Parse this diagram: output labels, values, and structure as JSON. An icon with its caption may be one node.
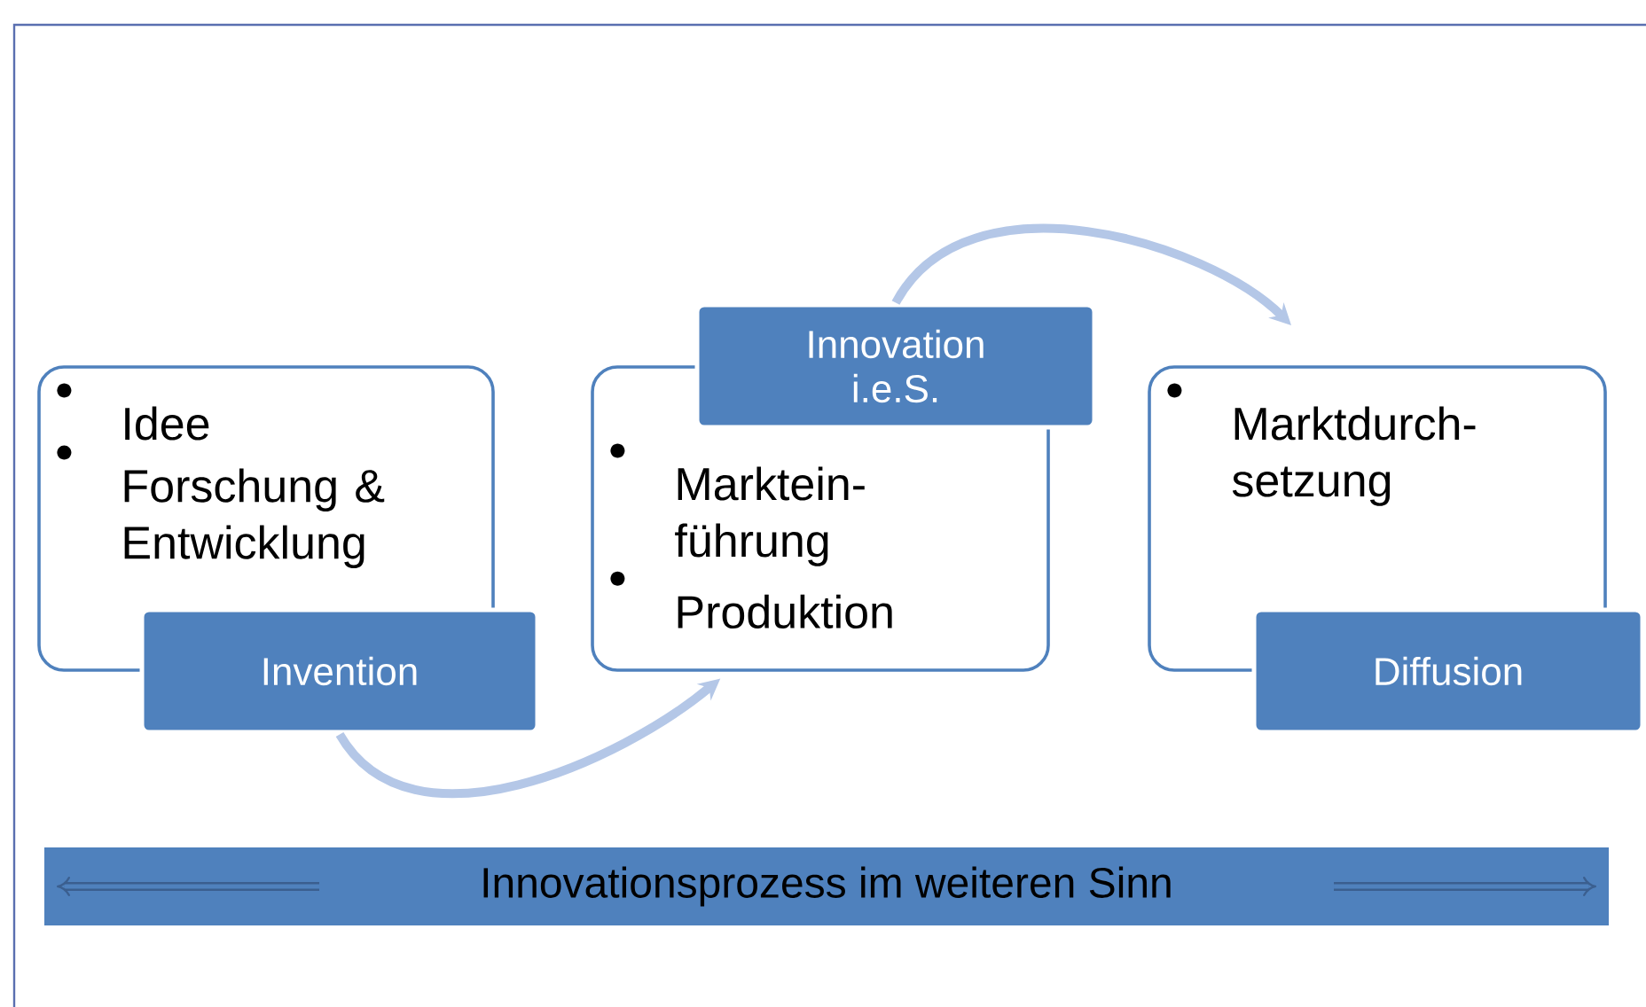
{
  "diagram": {
    "nodes": [
      {
        "text": [
          "Idee",
          "Forschung & Entwicklung"
        ]
      },
      {
        "text": [
          "Invention"
        ]
      },
      {
        "text": [
          "Innovation i.e.S."
        ]
      },
      {
        "text": [
          "Marktein- führung",
          "Produktion"
        ]
      },
      {
        "text": [
          "Marktdurch- setzung"
        ]
      },
      {
        "text": [
          "Diffusion"
        ]
      },
      {
        "text": [
          "Innovationsprozess im weiteren Sinn"
        ]
      }
    ],
    "edges": [
      {
        "from": 1,
        "to": 3,
        "arrow": "to"
      },
      {
        "from": 2,
        "to": 4,
        "arrow": "to"
      }
    ]
  }
}
